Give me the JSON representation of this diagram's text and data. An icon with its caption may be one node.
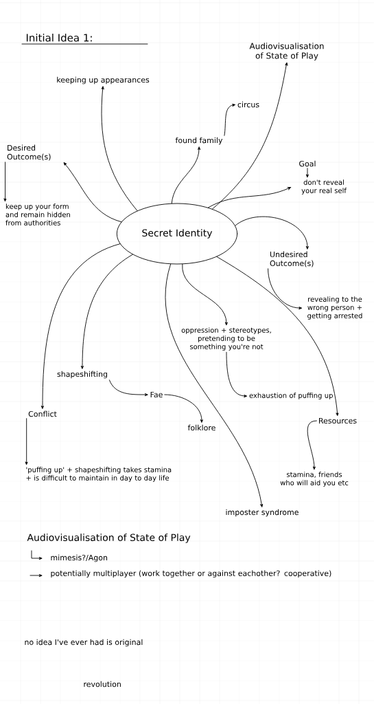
{
  "diagram": {
    "title": "Initial Idea 1:",
    "nodes": [
      {
        "text": [
          "Secret Identity"
        ]
      },
      {
        "text": [
          "keeping up appearances"
        ]
      },
      {
        "text": [
          "Audiovisualisation of State of Play"
        ]
      },
      {
        "text": [
          "circus"
        ]
      },
      {
        "text": [
          "found family"
        ]
      },
      {
        "text": [
          "Desired Outcome(s)"
        ]
      },
      {
        "text": [
          "keep up your form and remain hidden from authorities"
        ]
      },
      {
        "text": [
          "Goal"
        ]
      },
      {
        "text": [
          "don't reveal your real self"
        ]
      },
      {
        "text": [
          "Undesired Outcome(s)"
        ]
      },
      {
        "text": [
          "revealing to the wrong person + getting arrested"
        ]
      },
      {
        "text": [
          "oppression + stereotypes, pretending to be something you're not"
        ]
      },
      {
        "text": [
          "exhaustion of puffing up"
        ]
      },
      {
        "text": [
          "shapeshifting"
        ]
      },
      {
        "text": [
          "Fae"
        ]
      },
      {
        "text": [
          "folklore"
        ]
      },
      {
        "text": [
          "Conflict"
        ]
      },
      {
        "text": [
          "'puffing up' + shapeshifting takes stamina + is difficult to maintain in day to day life"
        ]
      },
      {
        "text": [
          "Resources"
        ]
      },
      {
        "text": [
          "stamina, friends who will aid you etc"
        ]
      },
      {
        "text": [
          "imposter syndrome"
        ]
      }
    ],
    "edges": [
      {
        "from": 0,
        "to": 1,
        "arrow": "to"
      },
      {
        "from": 0,
        "to": 2,
        "arrow": "to"
      },
      {
        "from": 4,
        "to": 3,
        "arrow": "to"
      },
      {
        "from": 0,
        "to": 4,
        "arrow": "to"
      },
      {
        "from": 5,
        "to": 6,
        "arrow": "to"
      },
      {
        "from": 0,
        "to": 5,
        "arrow": "to"
      },
      {
        "from": 0,
        "to": 8,
        "arrow": "to"
      },
      {
        "from": 7,
        "to": 8,
        "arrow": "to"
      },
      {
        "from": 0,
        "to": 9,
        "arrow": "to"
      },
      {
        "from": 9,
        "to": 10,
        "arrow": "to"
      },
      {
        "from": 0,
        "to": 11,
        "arrow": "to"
      },
      {
        "from": 11,
        "to": 12,
        "arrow": "to"
      },
      {
        "from": 0,
        "to": 13,
        "arrow": "to"
      },
      {
        "from": 13,
        "to": 14,
        "arrow": "to"
      },
      {
        "from": 14,
        "to": 15,
        "arrow": "to"
      },
      {
        "from": 0,
        "to": 16,
        "arrow": "to"
      },
      {
        "from": 16,
        "to": 17,
        "arrow": "to"
      },
      {
        "from": 0,
        "to": 18,
        "arrow": "to"
      },
      {
        "from": 18,
        "to": 19,
        "arrow": "to"
      },
      {
        "from": 0,
        "to": 20,
        "arrow": "to"
      }
    ],
    "labels": [
      "Audiovisualisation of State of Play",
      "mimesis?/Agon",
      "potentially multiplayer (work together or against eachother? cooperative)",
      "no idea I've ever had is original",
      "revolution"
    ]
  }
}
